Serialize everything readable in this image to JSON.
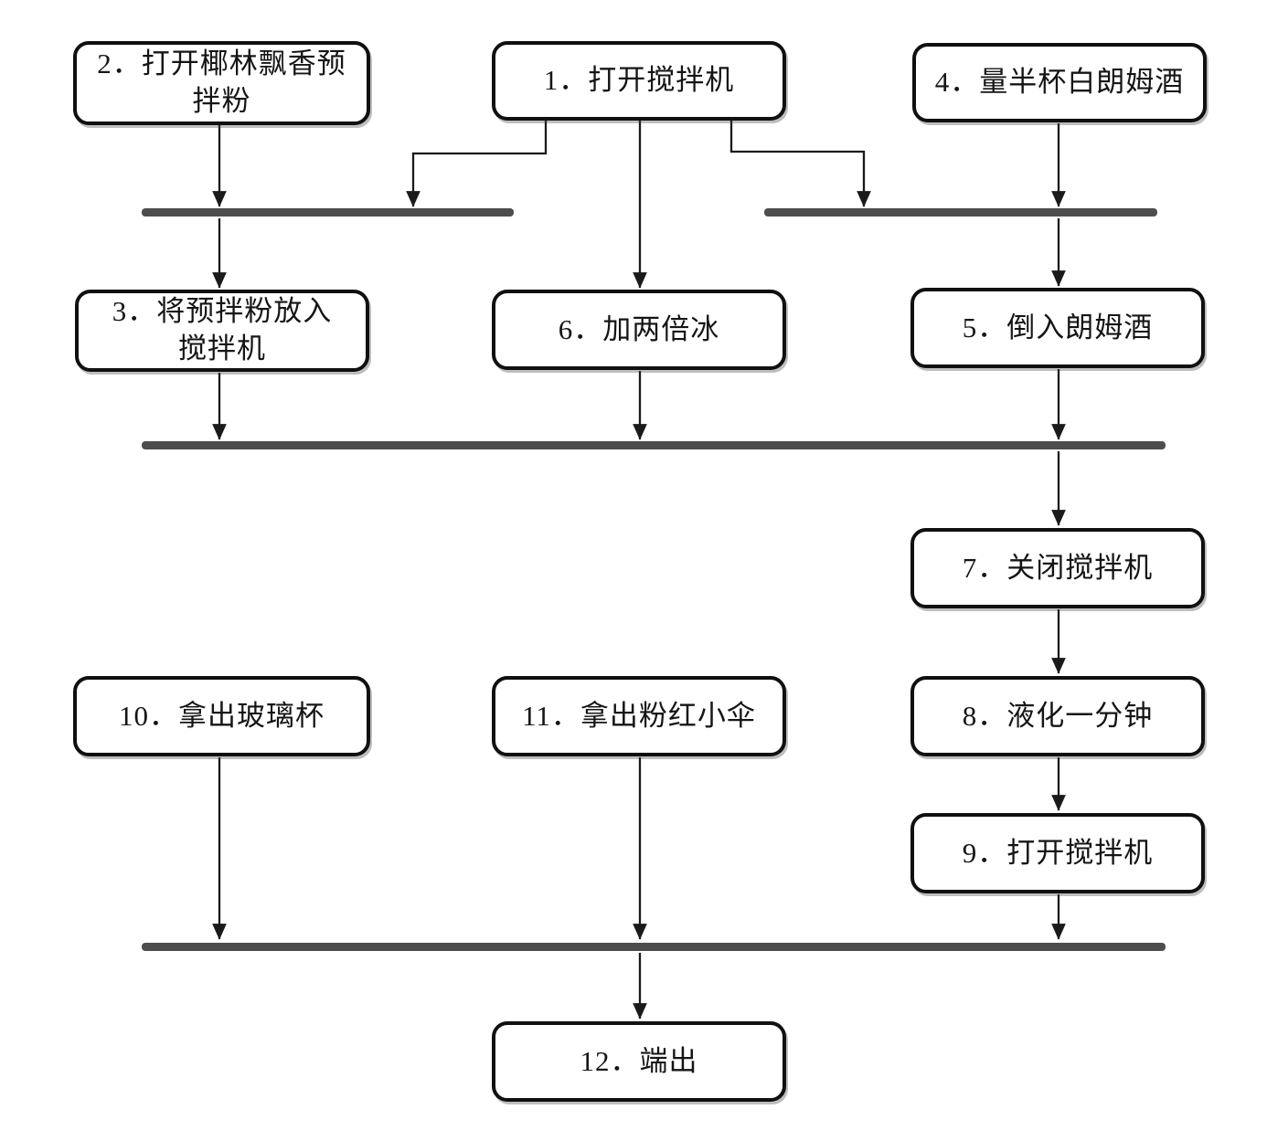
{
  "diagram": {
    "type": "activity-flowchart",
    "language": "zh",
    "colors": {
      "background": "#ffffff",
      "node_fill": "#ffffff",
      "node_border": "#101010",
      "connector": "#1a1a1a",
      "sync_bar": "#4d4d4d"
    },
    "nodes": [
      {
        "id": "1",
        "label": "1．打开搅拌机",
        "lines": [
          "1．打开搅拌机"
        ]
      },
      {
        "id": "2",
        "label": "2．打开椰林飘香预拌粉",
        "lines": [
          "2．打开椰林飘香预",
          "拌粉"
        ]
      },
      {
        "id": "3",
        "label": "3．将预拌粉放入搅拌机",
        "lines": [
          "3．将预拌粉放入",
          "搅拌机"
        ]
      },
      {
        "id": "4",
        "label": "4．量半杯白朗姆酒",
        "lines": [
          "4．量半杯白朗姆酒"
        ]
      },
      {
        "id": "5",
        "label": "5．倒入朗姆酒",
        "lines": [
          "5．倒入朗姆酒"
        ]
      },
      {
        "id": "6",
        "label": "6．加两倍冰",
        "lines": [
          "6．加两倍冰"
        ]
      },
      {
        "id": "7",
        "label": "7．关闭搅拌机",
        "lines": [
          "7．关闭搅拌机"
        ]
      },
      {
        "id": "8",
        "label": "8．液化一分钟",
        "lines": [
          "8．液化一分钟"
        ]
      },
      {
        "id": "9",
        "label": "9．打开搅拌机",
        "lines": [
          "9．打开搅拌机"
        ]
      },
      {
        "id": "10",
        "label": "10．拿出玻璃杯",
        "lines": [
          "10．拿出玻璃杯"
        ]
      },
      {
        "id": "11",
        "label": "11．拿出粉红小伞",
        "lines": [
          "11．拿出粉红小伞"
        ]
      },
      {
        "id": "12",
        "label": "12．端出",
        "lines": [
          "12．端出"
        ]
      }
    ],
    "sync_bars": [
      {
        "id": "fork-left"
      },
      {
        "id": "fork-right"
      },
      {
        "id": "join-middle"
      },
      {
        "id": "join-bottom"
      }
    ],
    "edges": [
      {
        "from": "2",
        "to": "fork-left"
      },
      {
        "from": "1",
        "to": "fork-left"
      },
      {
        "from": "1",
        "to": "6"
      },
      {
        "from": "1",
        "to": "fork-right"
      },
      {
        "from": "4",
        "to": "fork-right"
      },
      {
        "from": "fork-left",
        "to": "3"
      },
      {
        "from": "fork-right",
        "to": "5"
      },
      {
        "from": "3",
        "to": "join-middle"
      },
      {
        "from": "6",
        "to": "join-middle"
      },
      {
        "from": "5",
        "to": "join-middle"
      },
      {
        "from": "join-middle",
        "to": "7"
      },
      {
        "from": "7",
        "to": "8"
      },
      {
        "from": "8",
        "to": "9"
      },
      {
        "from": "10",
        "to": "join-bottom"
      },
      {
        "from": "11",
        "to": "join-bottom"
      },
      {
        "from": "9",
        "to": "join-bottom"
      },
      {
        "from": "join-bottom",
        "to": "12"
      }
    ]
  }
}
